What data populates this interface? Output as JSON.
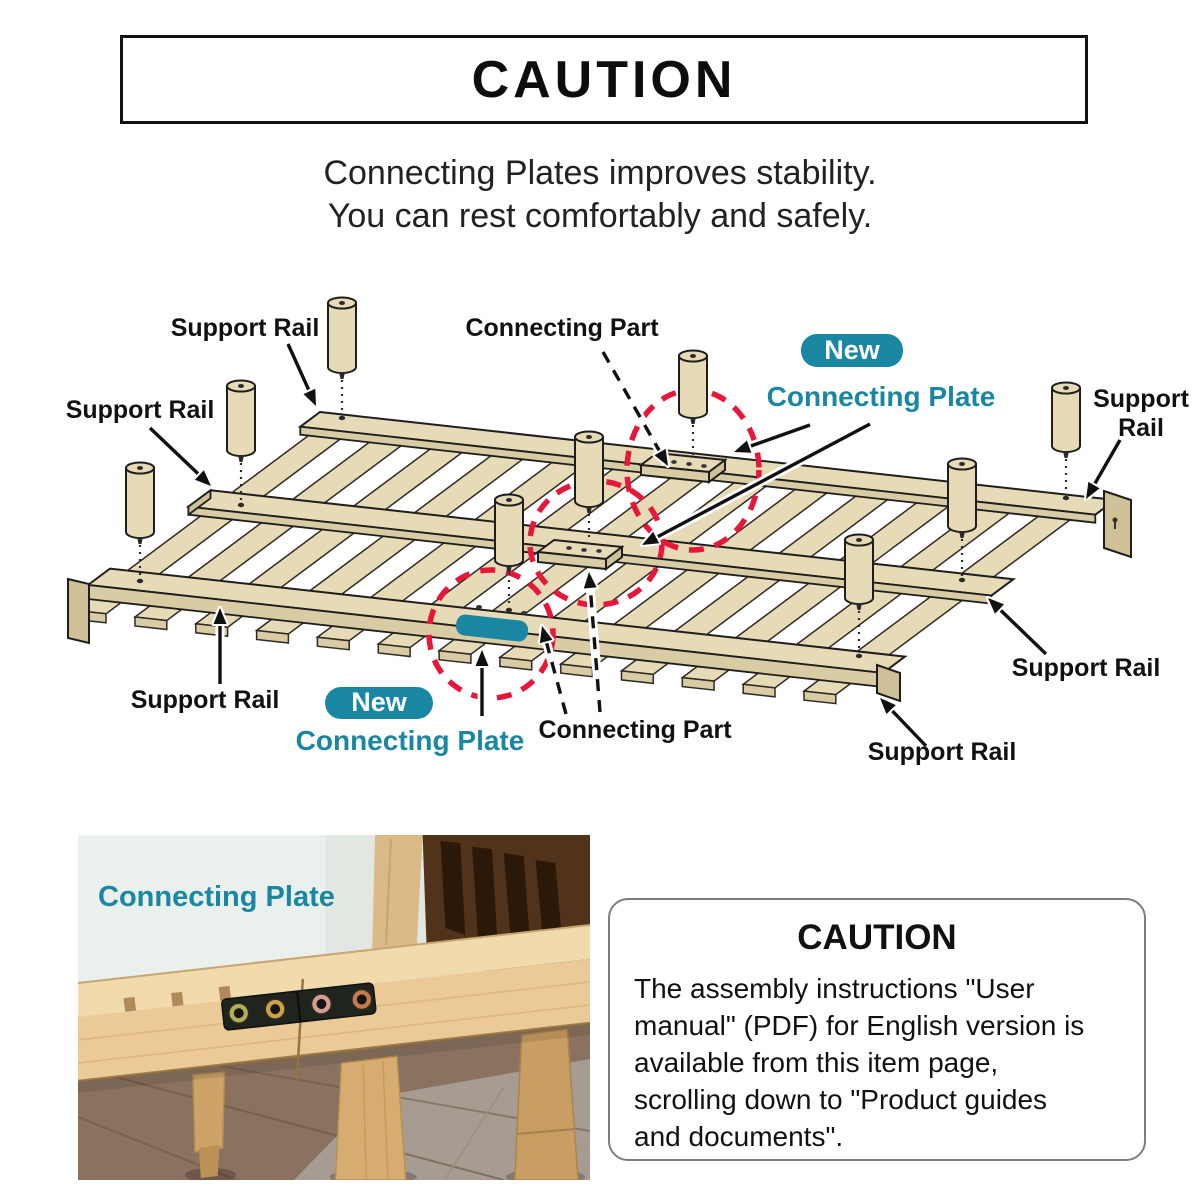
{
  "header": {
    "title": "CAUTION"
  },
  "subtitle": {
    "line1": "Connecting Plates improves stability.",
    "line2": "You can rest comfortably and safely."
  },
  "diagram": {
    "badge_label": "New",
    "labels": {
      "support_rail": "Support Rail",
      "support": "Support",
      "rail": "Rail",
      "connecting_part": "Connecting Part",
      "connecting_plate": "Connecting Plate"
    }
  },
  "photo": {
    "caption": "Connecting Plate",
    "bolt_colors": [
      "#b3ad56",
      "#caa244",
      "#d79d90",
      "#c47c4e"
    ]
  },
  "caution_box": {
    "title": "CAUTION",
    "lines": [
      "The assembly instructions \"User",
      "manual\" (PDF) for English version is",
      "available from this item page,",
      "scrolling down to \"Product guides",
      "and documents\"."
    ]
  },
  "colors": {
    "teal": "#1a87a2",
    "red": "#e6173a",
    "wood": "#e7dab6",
    "wood_dark": "#d9cba4",
    "wood_end": "#cfc098",
    "outline": "#1e1e1e",
    "plate_black": "#20241f"
  }
}
